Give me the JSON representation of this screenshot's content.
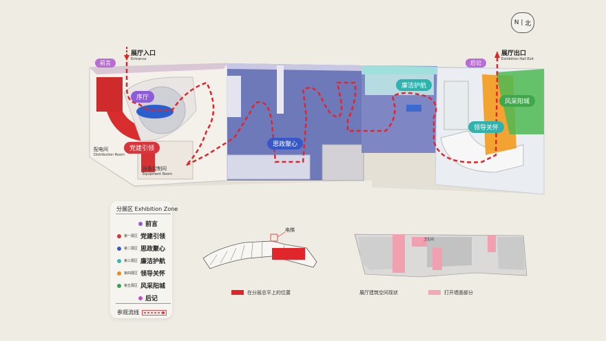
{
  "compass": {
    "n": "N",
    "bei": "北"
  },
  "entrance": {
    "label": "展厅入口",
    "sub": "Entrance"
  },
  "exit": {
    "label": "展厅出口",
    "sub": "Exhibition Hall Exit"
  },
  "zones_on_plan": {
    "preface": "前言",
    "foyer": "序厅",
    "party": "党建引领",
    "ideology": "思政聚心",
    "integrity": "廉洁护航",
    "leader": "领导关怀",
    "style": "风采阳城",
    "afterword": "后记",
    "distribution_cn": "配电间",
    "distribution_en": "Distribution Room",
    "equipment_cn": "设备控制间",
    "equipment_en": "Equipment Room"
  },
  "legend": {
    "title": "分展区  Exhibition Zone",
    "rows": [
      {
        "no": "",
        "name": "前言",
        "color": "#8e5bd9"
      },
      {
        "no": "第一展区",
        "name": "党建引领",
        "color": "#d8343a"
      },
      {
        "no": "第二展区",
        "name": "思政聚心",
        "color": "#3857c9"
      },
      {
        "no": "第三展区",
        "name": "廉洁护航",
        "color": "#35b6b3"
      },
      {
        "no": "第四展区",
        "name": "领导关怀",
        "color": "#f08a1c"
      },
      {
        "no": "第五展区",
        "name": "风采阳城",
        "color": "#2fa64a"
      },
      {
        "no": "",
        "name": "后记",
        "color": "#c64fd0"
      }
    ],
    "flow_label": "参观流线"
  },
  "floor_plan": {
    "elevator": "电梯",
    "caption": "在分层总平上的位置"
  },
  "building": {
    "caption": "展厅建筑空间现状",
    "wall_caption": "打开墙面部分",
    "room_tag": "卫生间"
  },
  "colors": {
    "red": "#e0262b",
    "purple": "#b96bd6",
    "blue": "#3a55c8",
    "teal": "#2fb3ae",
    "orange": "#f39a1d",
    "green": "#3ea84b",
    "pink": "#f4a7b4"
  }
}
